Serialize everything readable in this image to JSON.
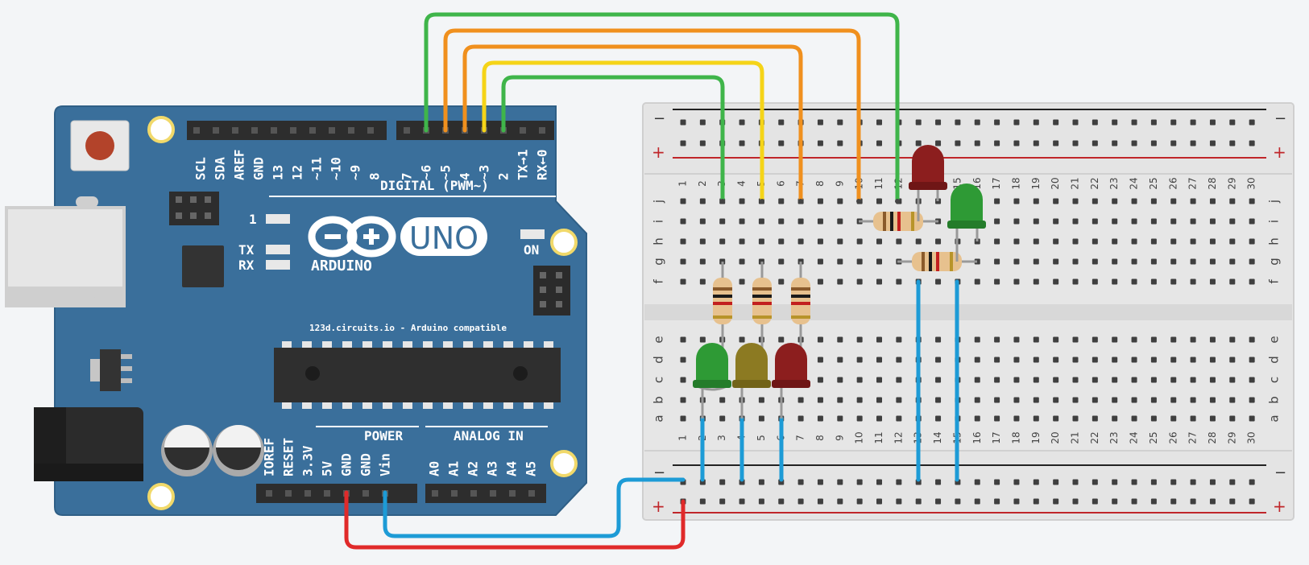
{
  "board": {
    "digital_header_label": "DIGITAL (PWM~)",
    "digital_pins": [
      "7",
      "~6",
      "~5",
      "4",
      "~3",
      "2",
      "TX→1",
      "RX←0"
    ],
    "upper_pins": [
      "SCL",
      "SDA",
      "AREF",
      "GND",
      "13",
      "12",
      "~11",
      "~10",
      "~9",
      "8"
    ],
    "led_l_label": "1",
    "led_tx_label": "TX",
    "led_rx_label": "RX",
    "on_label": "ON",
    "logo_text": "ARDUINO",
    "uno_label": "UNO",
    "compat_text": "123d.circuits.io - Arduino compatible",
    "power_label": "POWER",
    "analog_label": "ANALOG IN",
    "power_pins": [
      "IOREF",
      "RESET",
      "3.3V",
      "5V",
      "GND",
      "GND",
      "Vin"
    ],
    "analog_pins": [
      "A0",
      "A1",
      "A2",
      "A3",
      "A4",
      "A5"
    ]
  },
  "breadboard": {
    "rail_minus": "−",
    "rail_plus": "+",
    "columns": [
      "1",
      "2",
      "3",
      "4",
      "5",
      "6",
      "7",
      "8",
      "9",
      "10",
      "11",
      "12",
      "13",
      "14",
      "15",
      "16",
      "17",
      "18",
      "19",
      "20",
      "21",
      "22",
      "23",
      "24",
      "25",
      "26",
      "27",
      "28",
      "29",
      "30"
    ],
    "rows_top": [
      "j",
      "i",
      "h",
      "g",
      "f"
    ],
    "rows_bottom": [
      "e",
      "d",
      "c",
      "b",
      "a"
    ]
  },
  "colors": {
    "board": "#3a6f9b",
    "wire_green": "#3fb54a",
    "wire_orange": "#f0901e",
    "wire_yellow": "#f5d418",
    "wire_blue": "#1d9bd6",
    "wire_red": "#e02a2a",
    "led_green": "#2e9a35",
    "led_yellow": "#8c7a22",
    "led_red": "#8c1e1e"
  },
  "components": {
    "leds": [
      {
        "name": "led-green-left",
        "color": "green"
      },
      {
        "name": "led-yellow",
        "color": "yellow"
      },
      {
        "name": "led-red-left",
        "color": "red"
      },
      {
        "name": "led-red-right",
        "color": "red"
      },
      {
        "name": "led-green-right",
        "color": "green"
      }
    ],
    "resistors": [
      "resistor-1",
      "resistor-2",
      "resistor-3",
      "resistor-4",
      "resistor-5"
    ]
  }
}
